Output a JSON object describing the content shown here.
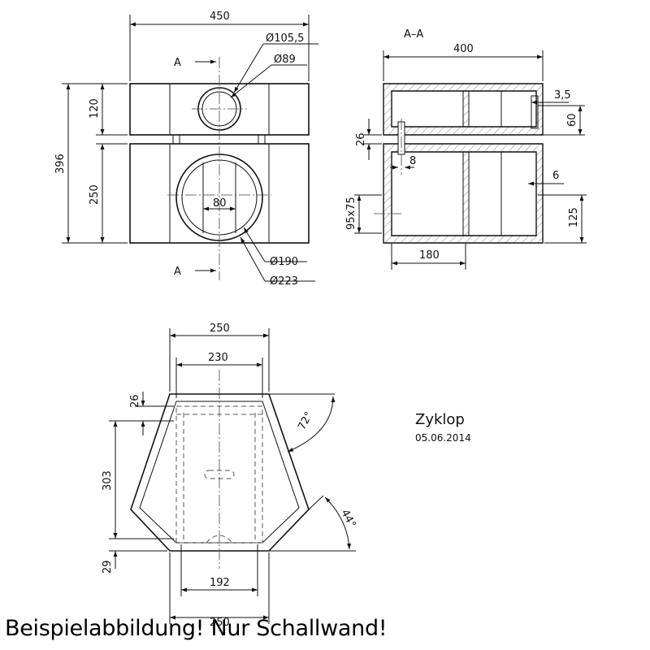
{
  "front_view": {
    "width_label": "450",
    "height_label": "396",
    "top_section_label": "120",
    "bottom_section_label": "250",
    "small_outer_diameter": "Ø105,5",
    "small_inner_diameter": "Ø89",
    "large_inner_diameter": "Ø190",
    "large_outer_diameter": "Ø223",
    "center_width_label": "80",
    "section_marker": "A"
  },
  "section_view": {
    "title": "A–A",
    "width_label": "400",
    "wall_label": "3,5",
    "slot_label": "60",
    "gap_label": "26",
    "pin_label": "8",
    "rib_label": "6",
    "port_label": "95x75",
    "height_label": "125",
    "depth_label": "180"
  },
  "top_view": {
    "outer_top_label": "250",
    "inner_top_label": "230",
    "step_label": "26",
    "height_label": "303",
    "angle_upper": "72°",
    "angle_lower": "44°",
    "base_step_label": "29",
    "inner_base_label": "192",
    "outer_base_label": "250"
  },
  "title_block": {
    "name": "Zyklop",
    "date": "05.06.2014"
  },
  "caption": "Beispielabbildung! Nur Schallwand!"
}
